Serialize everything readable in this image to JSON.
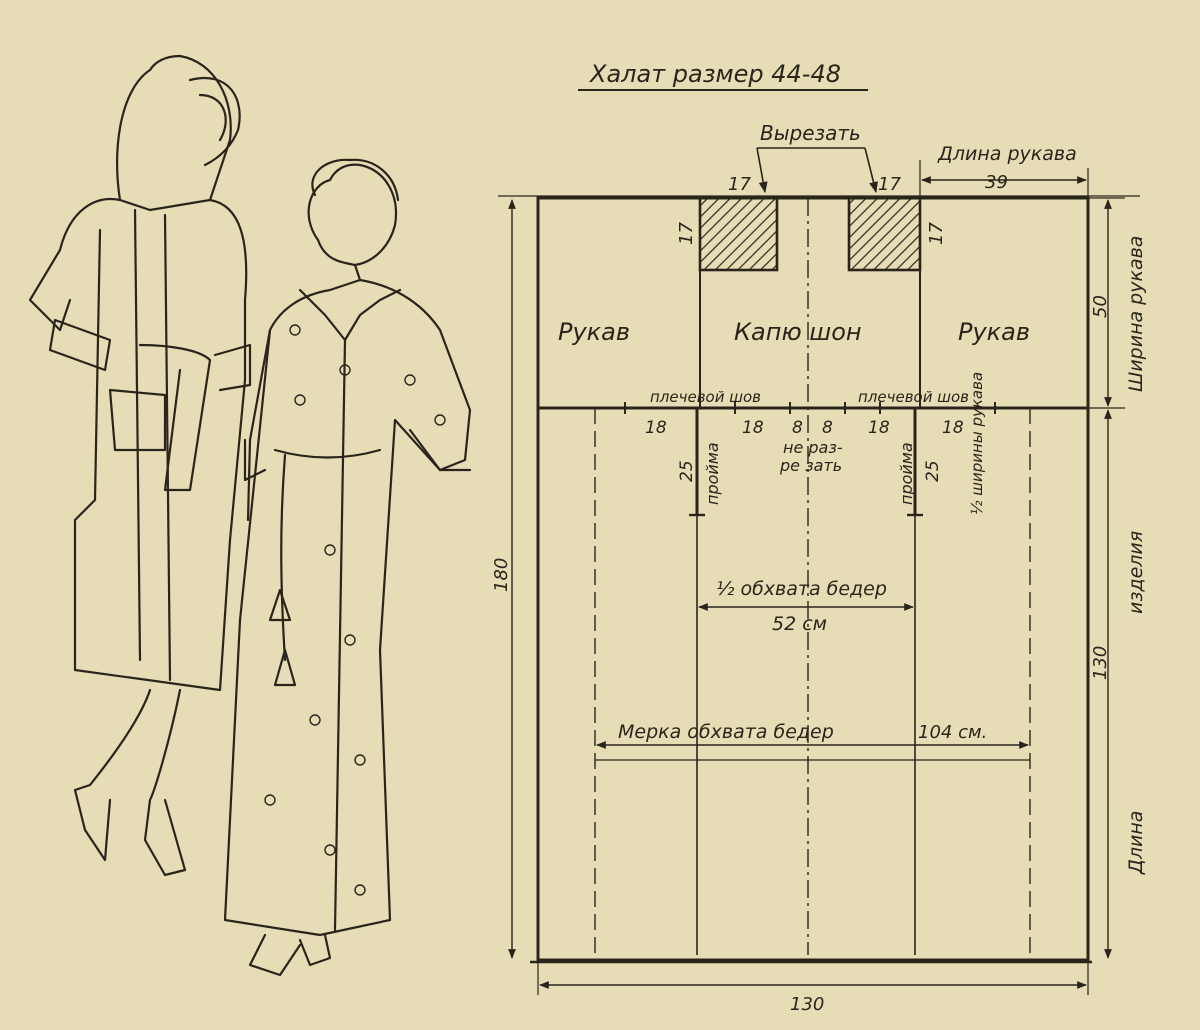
{
  "title": "Халат размер 44-48",
  "cut_label": "Вырезать",
  "sleeve_length_label": "Длина рукава",
  "sleeve_width_label": "Ширина рукава",
  "product_length_label_a": "Длина",
  "product_length_label_b": "изделия",
  "pieces": {
    "sleeve_left": "Рукав",
    "hood": "Капю шон",
    "sleeve_right": "Рукав"
  },
  "shoulder_seam": "плечевой шов",
  "armhole": "пройма",
  "half_sleeve_width": "½ ширины рукава",
  "do_not_cut": [
    "не раз-",
    "ре зать"
  ],
  "half_hip_label": "½ обхвата бедер",
  "half_hip_value": "52 см",
  "hip_measure_label": "Мерка обхвата бедер",
  "hip_measure_value": "104 см.",
  "dimensions": {
    "cut_width_left": "17",
    "cut_width_right": "17",
    "cut_height_left": "17",
    "cut_height_right": "17",
    "sleeve_length": "39",
    "sleeve_width": "50",
    "seg_a": "18",
    "seg_b": "18",
    "seg_c": "8",
    "seg_d": "8",
    "seg_e": "18",
    "seg_f": "18",
    "armhole_left": "25",
    "armhole_right": "25",
    "total_height": "180",
    "body_length": "130",
    "total_width": "130"
  },
  "illustration": {
    "left_figure": "woman-in-short-hooded-robe",
    "right_figure": "woman-in-long-floral-robe"
  },
  "colors": {
    "paper": "#e6dcb5",
    "ink": "#2a251c"
  }
}
